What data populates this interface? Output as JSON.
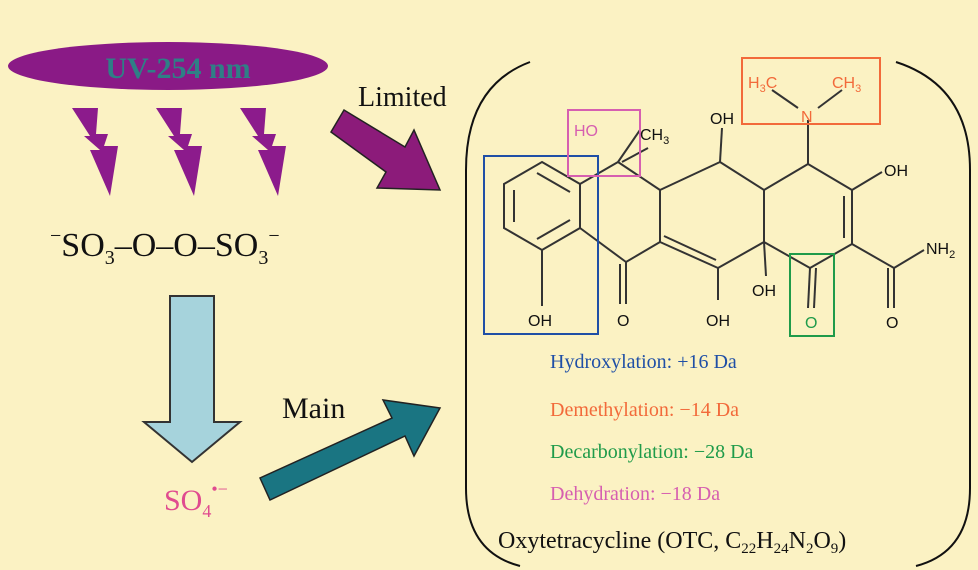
{
  "colors": {
    "background": "#fbf2c3",
    "uv_ellipse": "#8a1a86",
    "uv_text": "#2f7f86",
    "bolt": "#8c1b8c",
    "arrow_limited": "#8c1b7a",
    "arrow_down_fill": "#a6d3dc",
    "arrow_main": "#1a7582",
    "sulfate_radical": "#e04b8f",
    "hydroxylation": "#1f4fa6",
    "demethylation": "#f26a3a",
    "decarbonylation": "#1f9b4a",
    "dehydration": "#d65fb0",
    "bond": "#333333"
  },
  "uv_label": "UV-254 nm",
  "persulfate": {
    "charge_left": "−",
    "part1": "SO",
    "sub1": "3",
    "middle": "–O–O–SO",
    "sub2": "3",
    "charge_right": "−"
  },
  "arrow_labels": {
    "limited": "Limited",
    "main": "Main"
  },
  "radical": {
    "base": "SO",
    "sub": "4",
    "sup": "•−"
  },
  "molecule": {
    "atoms": {
      "h3c": "H",
      "h3c_sub": "3",
      "h3c_c": "C",
      "ch3_top": "CH",
      "ch3_top_sub": "3",
      "n": "N",
      "ho": "HO",
      "ch3": "CH",
      "ch3_sub": "3",
      "oh_top": "OH",
      "oh_right": "OH",
      "nh2": "NH",
      "nh2_sub": "2",
      "oh_mid": "OH",
      "o_bottom1": "O",
      "oh_bottom": "OH",
      "o_green": "O",
      "o_amide": "O",
      "oh_ring": "OH"
    }
  },
  "reactions": [
    {
      "label": "Hydroxylation: +16 Da",
      "color": "#1f4fa6"
    },
    {
      "label": "Demethylation: −14 Da",
      "color": "#f26a3a"
    },
    {
      "label": "Decarbonylation: −28 Da",
      "color": "#1f9b4a"
    },
    {
      "label": "Dehydration: −18 Da",
      "color": "#d65fb0"
    }
  ],
  "compound": {
    "prefix": "Oxytetracycline (OTC, C",
    "s1": "22",
    "p1": "H",
    "s2": "24",
    "p2": "N",
    "s3": "2",
    "p3": "O",
    "s4": "9",
    "suffix": ")"
  }
}
